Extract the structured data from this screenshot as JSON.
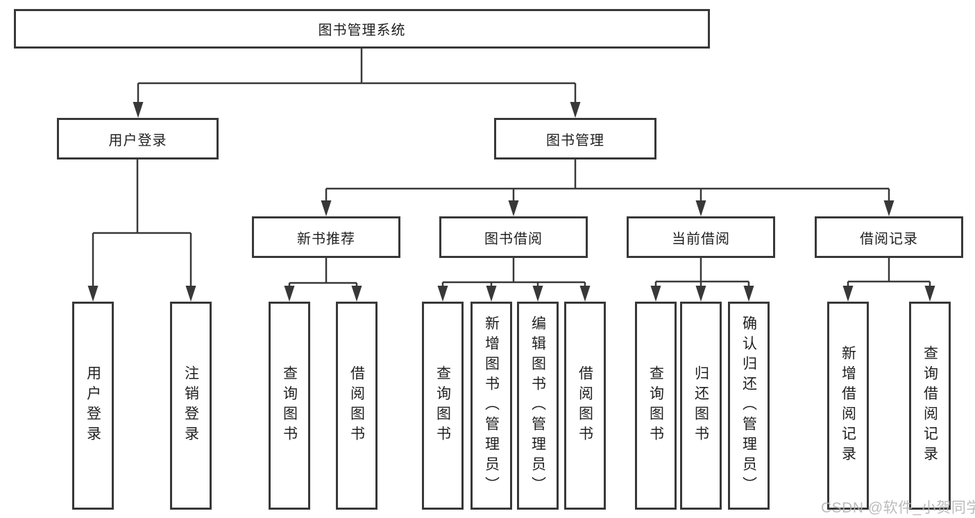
{
  "tree": {
    "root": {
      "label": "图书管理系统"
    },
    "branches": [
      {
        "label": "用户登录",
        "children": [
          {
            "label": "用户登录"
          },
          {
            "label": "注销登录"
          }
        ]
      },
      {
        "label": "图书管理",
        "children": [
          {
            "label": "新书推荐",
            "children": [
              {
                "label": "查询图书"
              },
              {
                "label": "借阅图书"
              }
            ]
          },
          {
            "label": "图书借阅",
            "children": [
              {
                "label": "查询图书"
              },
              {
                "label": "新增图书（管理员）"
              },
              {
                "label": "编辑图书（管理员）"
              },
              {
                "label": "借阅图书"
              }
            ]
          },
          {
            "label": "当前借阅",
            "children": [
              {
                "label": "查询图书"
              },
              {
                "label": "归还图书"
              },
              {
                "label": "确认归还（管理员）"
              }
            ]
          },
          {
            "label": "借阅记录",
            "children": [
              {
                "label": "新增借阅记录"
              },
              {
                "label": "查询借阅记录"
              }
            ]
          }
        ]
      }
    ]
  },
  "watermark": {
    "text": "CSDN @软件_小贺同学"
  },
  "colors": {
    "line": "#383838",
    "box_border": "#383838",
    "text": "#1f1f1f",
    "watermark": "#b2b2b2",
    "background": "#ffffff"
  }
}
